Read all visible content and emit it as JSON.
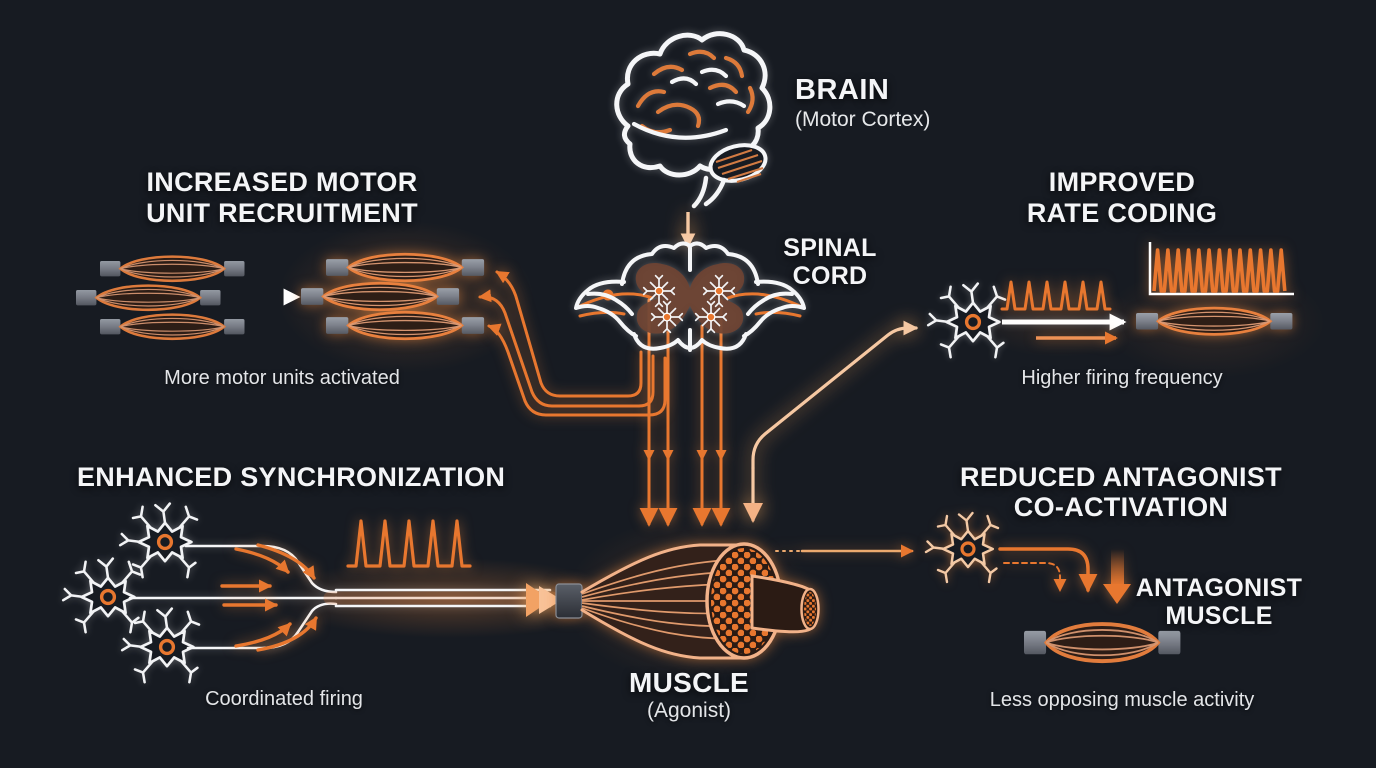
{
  "colors": {
    "background": "#171b22",
    "accent_orange": "#e8772f",
    "accent_peach": "#f6c8a2",
    "line_white": "#f5f6f8",
    "caption_text": "#e3e5e8",
    "gray_matter_brown": "#6f4433",
    "tendon_gray": "#8f939c",
    "muscle_dark_fill": "#2e1e16"
  },
  "icons": [
    "brain-icon",
    "spinal-cord-icon",
    "motor-neuron-icon",
    "mini-neuron-icon",
    "muscle-spindle-icon",
    "muscle-cross-section-icon",
    "spike-train-icon",
    "arrow-icon",
    "chevron-arrows-icon"
  ],
  "labels": {
    "brain": {
      "title": "BRAIN",
      "subtitle": "(Motor Cortex)"
    },
    "spinal_cord": {
      "line1": "SPINAL",
      "line2": "CORD"
    },
    "muscle": {
      "title": "MUSCLE",
      "subtitle": "(Agonist)"
    }
  },
  "sections": {
    "recruitment": {
      "title1": "INCREASED MOTOR",
      "title2": "UNIT RECRUITMENT",
      "caption": "More motor units activated",
      "muscle_units_before": 3,
      "muscle_units_after": 3
    },
    "rate_coding": {
      "title1": "IMPROVED",
      "title2": "RATE CODING",
      "caption": "Higher firing frequency",
      "spikes_low_count": 6,
      "spikes_high_count": 13
    },
    "synchronization": {
      "title": "ENHANCED SYNCHRONIZATION",
      "caption": "Coordinated firing",
      "neuron_count": 3,
      "spike_count": 5
    },
    "antagonist": {
      "title1": "REDUCED ANTAGONIST",
      "title2": "CO-ACTIVATION",
      "muscle_label1": "ANTAGONIST",
      "muscle_label2": "MUSCLE",
      "caption": "Less opposing muscle activity"
    }
  }
}
